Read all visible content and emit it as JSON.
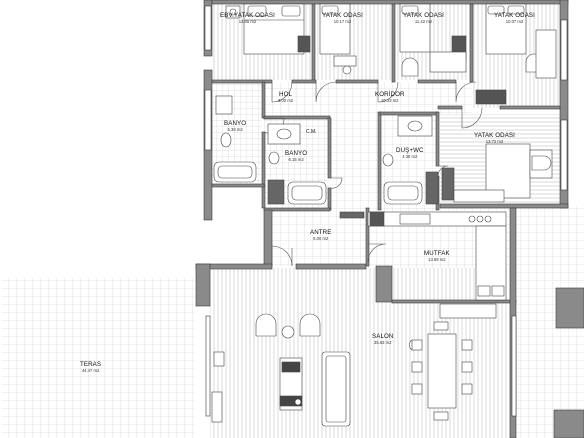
{
  "rooms": {
    "ebv_yatak": {
      "name": "EBV.YATAK ODASI",
      "area": "13.65 m2"
    },
    "yatak_1": {
      "name": "YATAK ODASI",
      "area": "10.17 m2"
    },
    "yatak_2": {
      "name": "YATAK ODASI",
      "area": "11.42 m2"
    },
    "yatak_3": {
      "name": "YATAK ODASI",
      "area": "10.07 m2"
    },
    "hol": {
      "name": "HOL",
      "area": "3.00 m2"
    },
    "koridor": {
      "name": "KORİDOR",
      "area": "10.33 m2"
    },
    "banyo_1": {
      "name": "BANYO",
      "area": "5.36 m2"
    },
    "banyo_2": {
      "name": "BANYO",
      "area": "6.15 m2"
    },
    "cm": {
      "name": "C.M."
    },
    "dus_wc": {
      "name": "DUŞ+WC",
      "area": "4.36 m2"
    },
    "yatak_4": {
      "name": "YATAK ODASI",
      "area": "13.72 m2"
    },
    "antre": {
      "name": "ANTRE",
      "area": "6.00 m2"
    },
    "mutfak": {
      "name": "MUTFAK",
      "area": "13.69 m2"
    },
    "teras": {
      "name": "TERAS",
      "area": "44.47 m2"
    },
    "salon": {
      "name": "SALON",
      "area": "35.63 m2"
    }
  },
  "colors": {
    "wall": "#8a8a8a",
    "wall_outline": "#3a3a3a",
    "line": "#555555",
    "background": "#ffffff"
  }
}
